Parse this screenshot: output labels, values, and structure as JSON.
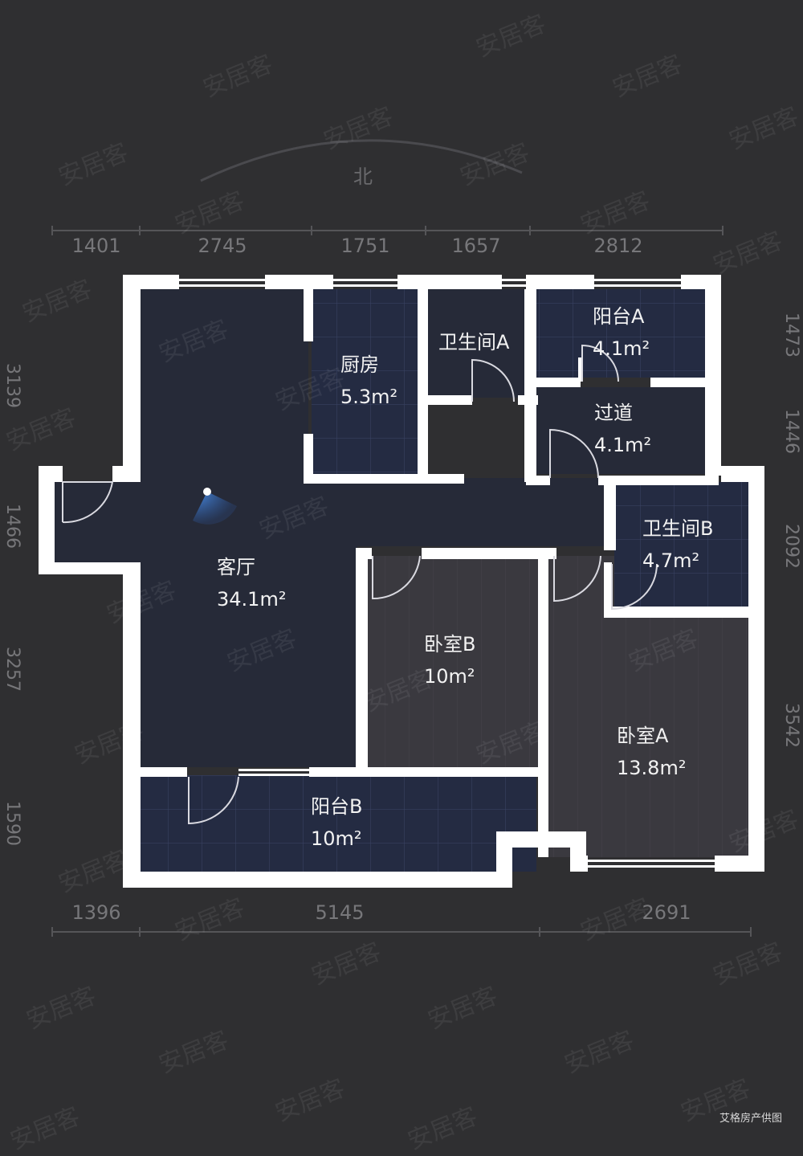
{
  "compass": {
    "north_label": "北"
  },
  "dimensions": {
    "top": [
      "1401",
      "2745",
      "1751",
      "1657",
      "2812"
    ],
    "bottom": [
      "1396",
      "5145",
      "2691"
    ],
    "left": [
      "3139",
      "1466",
      "3257",
      "1590"
    ],
    "right": [
      "1473",
      "1446",
      "2092",
      "3542"
    ]
  },
  "rooms": {
    "living": {
      "name": "客厅",
      "area": "34.1m²"
    },
    "kitchen": {
      "name": "厨房",
      "area": "5.3m²"
    },
    "bath_a": {
      "name": "卫生间A",
      "area": ""
    },
    "balcony_a": {
      "name": "阳台A",
      "area": "4.1m²"
    },
    "corridor": {
      "name": "过道",
      "area": "4.1m²"
    },
    "bath_b": {
      "name": "卫生间B",
      "area": "4.7m²"
    },
    "bedroom_b": {
      "name": "卧室B",
      "area": "10m²"
    },
    "bedroom_a": {
      "name": "卧室A",
      "area": "13.8m²"
    },
    "balcony_b": {
      "name": "阳台B",
      "area": "10m²"
    }
  },
  "watermark": "安居客",
  "credit": "艾格房产供图",
  "colors": {
    "background": "#2f2f31",
    "wall": "#ffffff",
    "room_dark": "#262a38",
    "room_tile": "#232a40",
    "room_wood": "#3a393f",
    "camera": "#3f7fd6"
  }
}
